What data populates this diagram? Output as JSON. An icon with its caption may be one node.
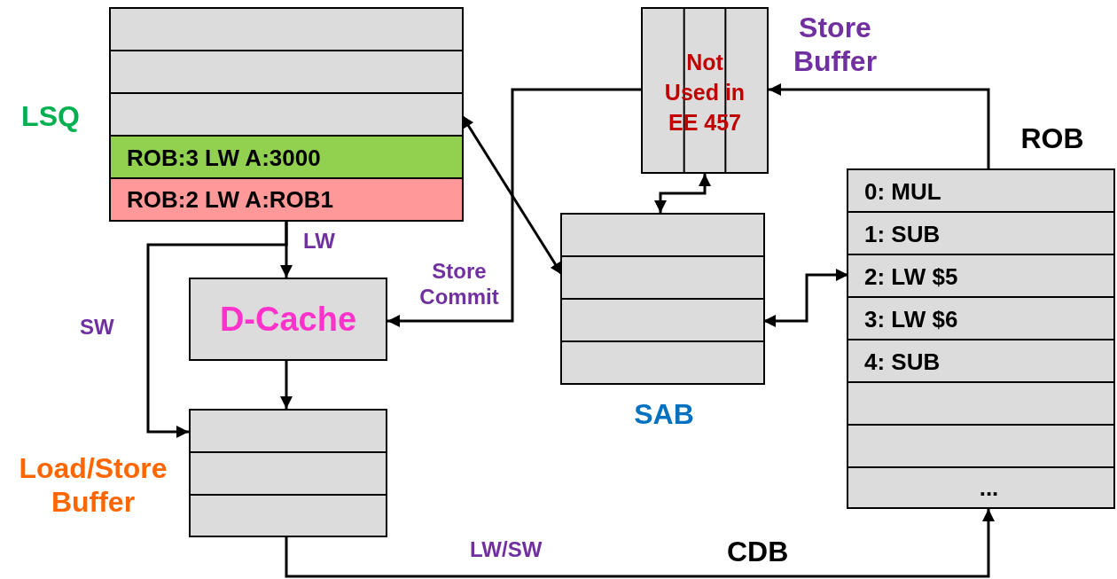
{
  "diagram": {
    "nodes": [
      {
        "text": [
          "LSQ"
        ]
      },
      {
        "text": [],
        "shape": "box",
        "in": 0
      },
      {
        "text": [],
        "shape": "box",
        "in": 0
      },
      {
        "text": [],
        "shape": "box",
        "in": 0
      },
      {
        "text": [
          "ROB:3 LW A:3000"
        ],
        "in": 0
      },
      {
        "text": [
          "ROB:2 LW A:ROB1"
        ],
        "in": 0
      },
      {
        "text": [
          "Store Buffer",
          "Not Used in EE 457"
        ]
      },
      {
        "text": [
          "SAB"
        ]
      },
      {
        "text": [],
        "shape": "box",
        "in": 7
      },
      {
        "text": [],
        "shape": "box",
        "in": 7
      },
      {
        "text": [],
        "shape": "box",
        "in": 7
      },
      {
        "text": [],
        "shape": "box",
        "in": 7
      },
      {
        "text": [
          "ROB"
        ]
      },
      {
        "text": [
          "0: MUL"
        ],
        "in": 12
      },
      {
        "text": [
          "1: SUB"
        ],
        "in": 12
      },
      {
        "text": [
          "2: LW $5"
        ],
        "in": 12
      },
      {
        "text": [
          "3: LW $6"
        ],
        "in": 12
      },
      {
        "text": [
          "4: SUB"
        ],
        "in": 12
      },
      {
        "text": [],
        "shape": "box",
        "in": 12
      },
      {
        "text": [],
        "shape": "box",
        "in": 12
      },
      {
        "text": [
          "..."
        ],
        "in": 12
      },
      {
        "text": [
          "D-Cache"
        ]
      },
      {
        "text": [
          "Load/Store Buffer"
        ]
      },
      {
        "text": [],
        "shape": "box",
        "in": 22
      },
      {
        "text": [],
        "shape": "box",
        "in": 22
      },
      {
        "text": [],
        "shape": "box",
        "in": 22
      }
    ],
    "edges": [
      {
        "from": 0,
        "to": 21,
        "arrow": "to",
        "label": "LW"
      },
      {
        "from": 0,
        "to": 22,
        "arrow": "to",
        "label": "SW"
      },
      {
        "from": 21,
        "to": 22,
        "arrow": "to"
      },
      {
        "from": 6,
        "to": 21,
        "arrow": "to",
        "label": "Store Commit"
      },
      {
        "from": 3,
        "to": 9,
        "arrow": "both"
      },
      {
        "from": 7,
        "to": 6,
        "arrow": "both"
      },
      {
        "from": 10,
        "to": 15,
        "arrow": "both"
      },
      {
        "from": 12,
        "to": 6,
        "arrow": "to"
      },
      {
        "from": 22,
        "to": 12,
        "arrow": "to",
        "label": "LW/SW"
      }
    ],
    "labels": [
      "CDB"
    ]
  }
}
